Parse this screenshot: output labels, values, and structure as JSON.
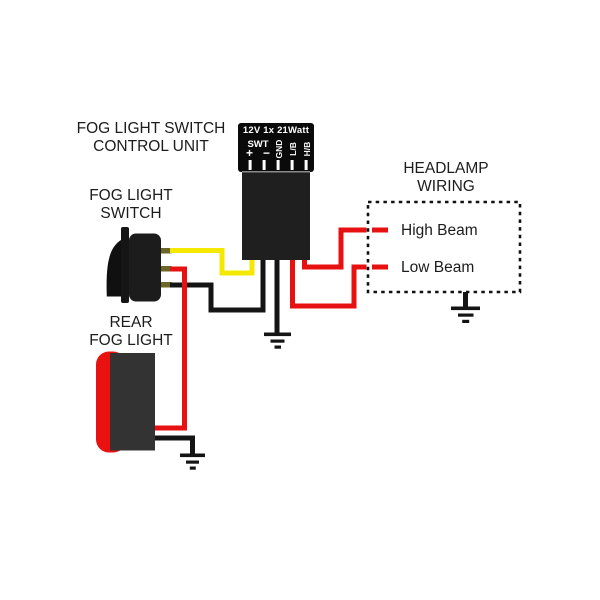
{
  "colors": {
    "background": "#ffffff",
    "wire_red": "#e81111",
    "wire_yellow": "#f5e800",
    "wire_black": "#141414",
    "device_black": "#151515",
    "terminal_olive": "#6c6726",
    "lens_red": "#ea1111",
    "text": "#1c1c1c"
  },
  "labels": {
    "control_unit": {
      "line1": "FOG LIGHT SWITCH",
      "line2": "CONTROL UNIT"
    },
    "fog_switch": {
      "line1": "FOG LIGHT",
      "line2": "SWITCH"
    },
    "rear_fog": {
      "line1": "REAR",
      "line2": "FOG LIGHT"
    },
    "headlamp": {
      "line1": "HEADLAMP",
      "line2": "WIRING"
    },
    "high_beam": "High Beam",
    "low_beam": "Low Beam"
  },
  "control_unit": {
    "rating": "12V 1x 21Watt",
    "switch_label": "SWT",
    "plus": "+",
    "minus": "−",
    "pins": [
      "GND",
      "L/B",
      "H/B"
    ]
  }
}
